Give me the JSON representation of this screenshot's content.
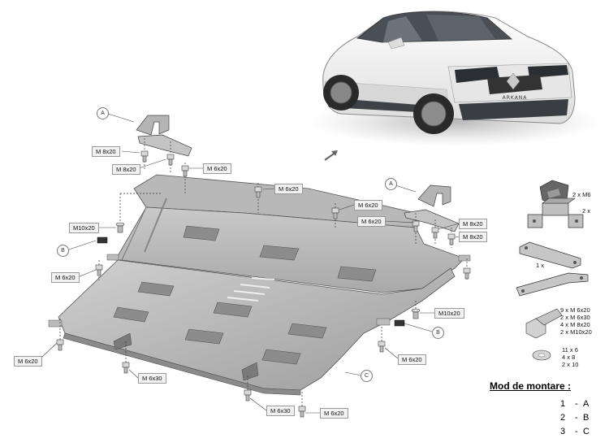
{
  "car": {
    "badge_text": "ARKANA"
  },
  "labels": {
    "a_top": "A",
    "m8x20_1": "M 8x20",
    "m8x20_2": "M 8x20",
    "m6x20_top": "M 6x20",
    "m6x20_mid": "M 6x20",
    "m6x20_r1": "M 6x20",
    "m6x20_r2": "M 6x20",
    "a_right": "A",
    "m8x20_r1": "M 8x20",
    "m8x20_r2": "M 8x20",
    "m10x20_left": "M10x20",
    "b_left": "B",
    "m6x20_left": "M 6x20",
    "m10x20_right": "M10x20",
    "b_right": "B",
    "m6x20_bl": "M 6x20",
    "m6x20_br": "M 6x20",
    "m6x30_1": "M 6x30",
    "m6x30_2": "M 6x30",
    "m6x20_b": "M 6x20",
    "c_bottom": "C"
  },
  "parts": {
    "clip_qty": "2 x  M6",
    "bracket_qty": "2 x",
    "plate_qty": "1 x",
    "bolts": [
      "9 x   M  6x20",
      "2 x   M  6x30",
      "4 x   M  8x20",
      "2 x   M10x20"
    ],
    "washers": [
      "11 x    6",
      "4 x    8",
      "2 x   10"
    ]
  },
  "mounting": {
    "title": "Mod de montare :",
    "rows": [
      {
        "num": "1",
        "dash": "-",
        "letter": "A"
      },
      {
        "num": "2",
        "dash": "-",
        "letter": "B"
      },
      {
        "num": "3",
        "dash": "-",
        "letter": "C"
      }
    ]
  }
}
